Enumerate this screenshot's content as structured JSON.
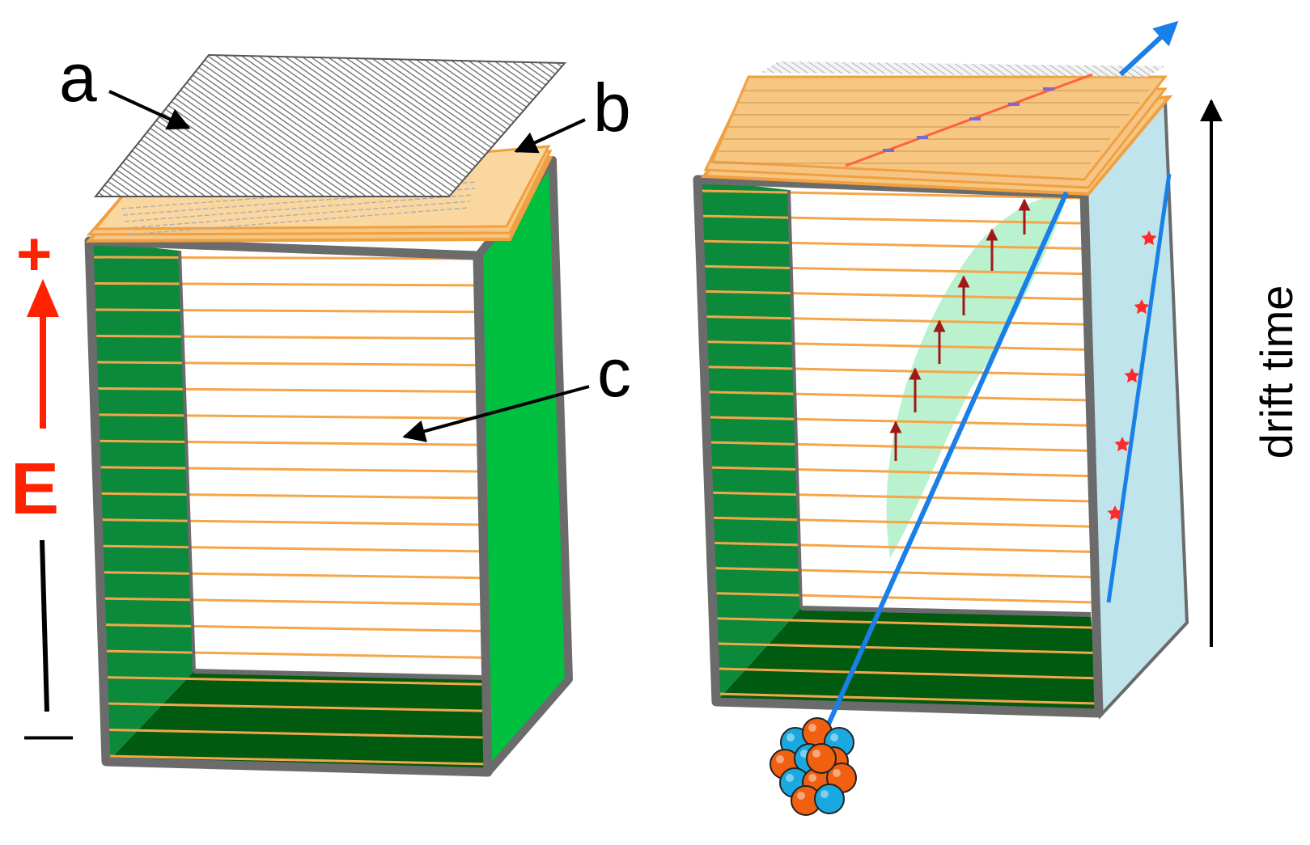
{
  "labels": {
    "a": "a",
    "b": "b",
    "c": "c",
    "plus": "+",
    "minus": "—",
    "field": "E",
    "drift_time": "drift time"
  },
  "colors": {
    "frame": "#6b6b6b",
    "side_green": "#00c040",
    "back_green": "#0a8a3a",
    "floor_green": "#005a10",
    "field_strip": "#f5a64a",
    "readout_plane": "#f7c680",
    "track": "#1a7fe6",
    "electric_field": "#ff2200",
    "drift_arrow": "#a01818",
    "charge_cloud": "#aef0c8",
    "projection_plane": "#bfe4ec",
    "hit_marker": "#ff2a2a",
    "wire_grid": "#8a8a8a"
  }
}
